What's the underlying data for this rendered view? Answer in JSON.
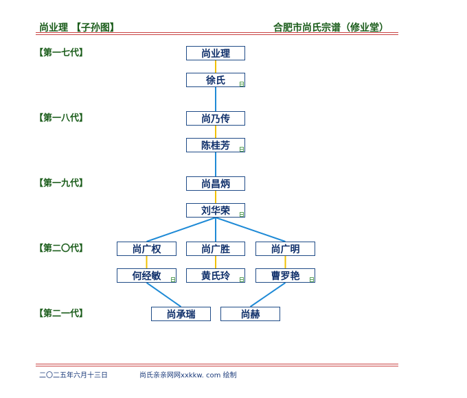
{
  "header": {
    "title": "尚业理 【子孙图】",
    "subtitle": "合肥市尚氏宗谱（修业堂）"
  },
  "generations": [
    "【第一七代】",
    "【第一八代】",
    "【第一九代】",
    "【第二〇代】",
    "【第二一代】"
  ],
  "nodes": [
    {
      "id": "n1",
      "name": "尚业理",
      "marked": false
    },
    {
      "id": "n2",
      "name": "徐氏",
      "marked": true
    },
    {
      "id": "n3",
      "name": "尚乃传",
      "marked": false
    },
    {
      "id": "n4",
      "name": "陈桂芳",
      "marked": true
    },
    {
      "id": "n5",
      "name": "尚昌炳",
      "marked": false
    },
    {
      "id": "n6",
      "name": "刘华荣",
      "marked": true
    },
    {
      "id": "n7",
      "name": "尚广权",
      "marked": false
    },
    {
      "id": "n8",
      "name": "何经敏",
      "marked": true
    },
    {
      "id": "n9",
      "name": "尚广胜",
      "marked": false
    },
    {
      "id": "n10",
      "name": "黄氏玲",
      "marked": true
    },
    {
      "id": "n11",
      "name": "尚广明",
      "marked": false
    },
    {
      "id": "n12",
      "name": "曹罗艳",
      "marked": true
    },
    {
      "id": "n13",
      "name": "尚承瑞",
      "marked": false
    },
    {
      "id": "n14",
      "name": "尚赫",
      "marked": false
    }
  ],
  "links": [
    {
      "from": "n1",
      "to": "n2",
      "type": "spouse"
    },
    {
      "from": "n2",
      "to": "n3",
      "type": "child"
    },
    {
      "from": "n3",
      "to": "n4",
      "type": "spouse"
    },
    {
      "from": "n4",
      "to": "n5",
      "type": "child"
    },
    {
      "from": "n5",
      "to": "n6",
      "type": "spouse"
    },
    {
      "from": "n6",
      "to": "n7",
      "type": "child"
    },
    {
      "from": "n6",
      "to": "n9",
      "type": "child"
    },
    {
      "from": "n6",
      "to": "n11",
      "type": "child"
    },
    {
      "from": "n7",
      "to": "n8",
      "type": "spouse"
    },
    {
      "from": "n9",
      "to": "n10",
      "type": "spouse"
    },
    {
      "from": "n11",
      "to": "n12",
      "type": "spouse"
    },
    {
      "from": "n8",
      "to": "n13",
      "type": "child"
    },
    {
      "from": "n12",
      "to": "n14",
      "type": "child"
    }
  ],
  "colors": {
    "spouse": "#f0c000",
    "child": "#1e8ad6",
    "border": "#1e4a86",
    "rule": "#c84040",
    "heading": "#1a5c1a"
  },
  "footer": {
    "date": "二〇二五年六月十三日",
    "credit": "尚氏亲亲网网xxkkw. com 绘制"
  }
}
